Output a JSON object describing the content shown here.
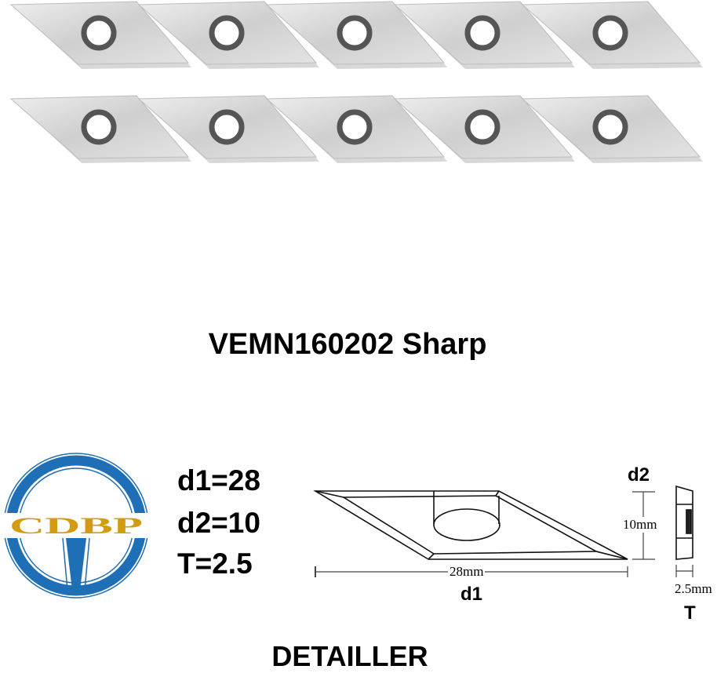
{
  "product_title": "VEMN160202 Sharp",
  "insert_count": 10,
  "logo": {
    "text": "CDBP",
    "blue": "#1e6fb5",
    "gold": "#d39b12"
  },
  "specs": {
    "d1": "d1=28",
    "d2": "d2=10",
    "T": "T=2.5"
  },
  "diagram": {
    "d1_label": "d1",
    "d1_value": "28mm",
    "d2_label": "d2",
    "d2_value": "10mm",
    "t_label": "T",
    "t_value": "2.5mm"
  },
  "footer": "DETAILLER"
}
